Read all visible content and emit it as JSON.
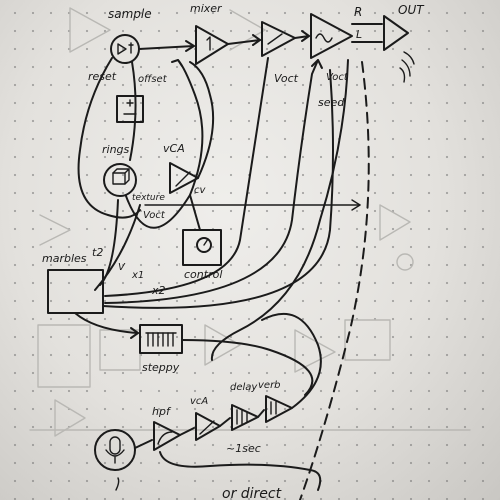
{
  "labels": {
    "sample": "sample",
    "mixer": "mixer",
    "reset": "reset",
    "offset": "offset",
    "rings": "rings",
    "vca_top": "vCA",
    "v_oct_mixer": "Voct",
    "v_oct_rings": "Voct",
    "v_oct_marbles": "V",
    "cv": "cv",
    "texture": "texture",
    "voct_right": "Voct",
    "seed": "seed",
    "r": "R",
    "l": "L",
    "out": "OUT",
    "marbles": "marbles",
    "t2": "t2",
    "x1": "x1",
    "x2": "x2",
    "control": "control",
    "steppy": "steppy",
    "hpf": "hpf",
    "vca_bottom": "vcA",
    "delay": "delay",
    "verb": "verb",
    "nsec": "~1sec",
    "or_direct": "or direct"
  },
  "colors": {
    "ink": "#1b1b1b",
    "paper": "#ecebe8",
    "dot_grid": "#8a8a8a"
  }
}
